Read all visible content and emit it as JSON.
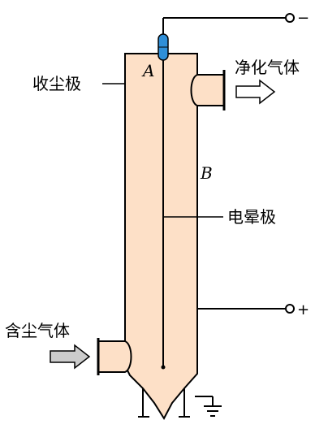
{
  "labels": {
    "collector": "收尘极",
    "corona": "电晕极",
    "clean_gas": "净化气体",
    "dusty_gas": "含尘气体",
    "point_a": "A",
    "point_b": "B",
    "minus": "−",
    "plus": "+"
  },
  "colors": {
    "body_fill": "#fde0c7",
    "electrode_fill": "#2f8fd8",
    "line": "#000000",
    "arrow_fill": "#cccccc"
  }
}
